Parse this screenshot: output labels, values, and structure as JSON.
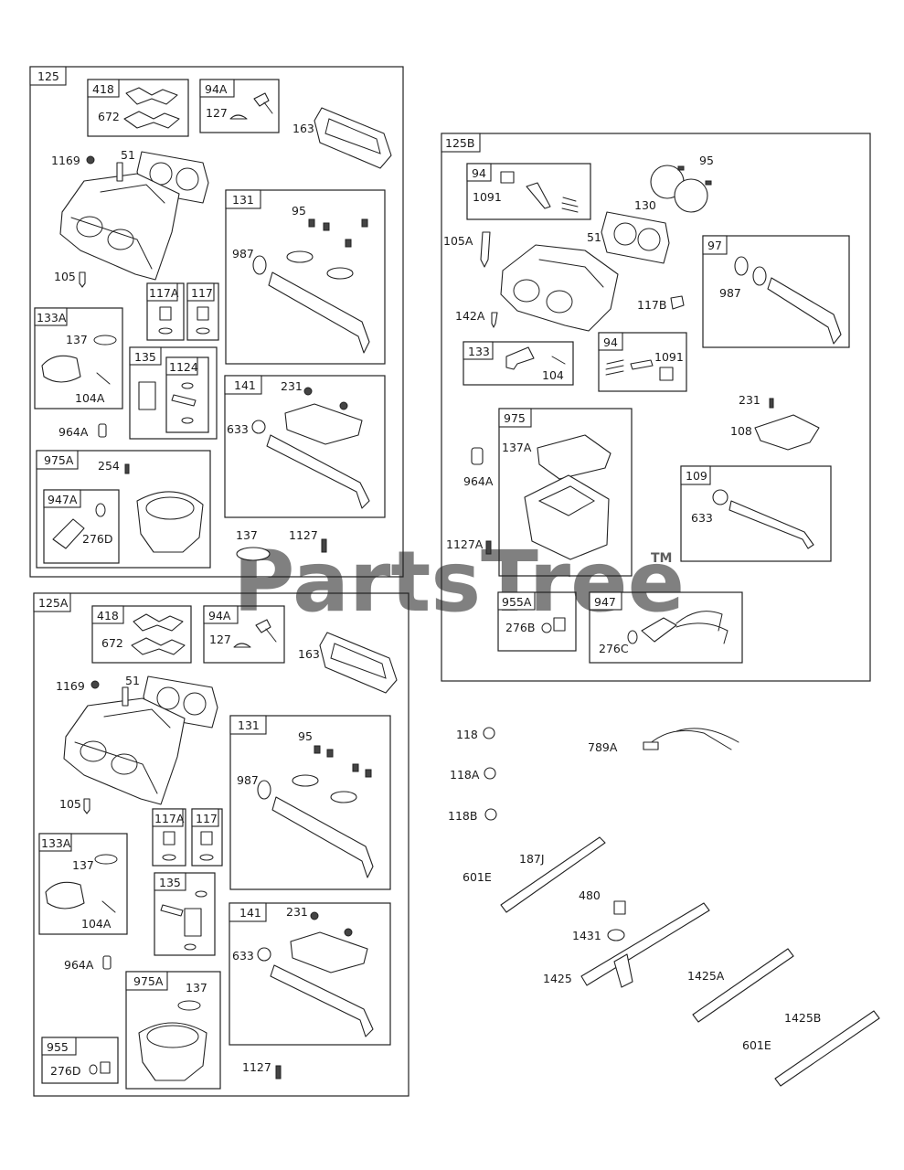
{
  "watermark": {
    "text": "PartsTree",
    "tm": "TM"
  },
  "groups": {
    "g125": "125",
    "g418": "418",
    "g94A": "94A",
    "g131": "131",
    "g117A": "117A",
    "g117": "117",
    "g133A": "133A",
    "g135": "135",
    "g1124": "1124",
    "g141": "141",
    "g975A": "975A",
    "g947A": "947A",
    "g125A": "125A",
    "g418b": "418",
    "g94Ab": "94A",
    "g131b": "131",
    "g117Ab": "117A",
    "g117b": "117",
    "g133Ab": "133A",
    "g135b": "135",
    "g141b": "141",
    "g975Ab": "975A",
    "g955": "955",
    "g125B": "125B",
    "g94": "94",
    "g97": "97",
    "g133": "133",
    "g94b": "94",
    "g975": "975",
    "g109": "109",
    "g955A": "955A",
    "g947": "947"
  },
  "labels": {
    "a672": "672",
    "a127": "127",
    "a163": "163",
    "a1169": "1169",
    "a51": "51",
    "a95": "95",
    "a987": "987",
    "a105": "105",
    "a137": "137",
    "a104A": "104A",
    "a964A": "964A",
    "a231": "231",
    "a633": "633",
    "a254": "254",
    "a276D": "276D",
    "a137b": "137",
    "a1127": "1127",
    "b672": "672",
    "b127": "127",
    "b163": "163",
    "b1169": "1169",
    "b51": "51",
    "b95": "95",
    "b987": "987",
    "b105": "105",
    "b137": "137",
    "b104A": "104A",
    "b964A": "964A",
    "b137c": "137",
    "b231": "231",
    "b633": "633",
    "b276D": "276D",
    "b1127": "1127",
    "c1091": "1091",
    "c130": "130",
    "c95": "95",
    "c105A": "105A",
    "c51": "51",
    "c987": "987",
    "c117B": "117B",
    "c142A": "142A",
    "c104": "104",
    "c1091b": "1091",
    "c231": "231",
    "c108": "108",
    "c137A": "137A",
    "c964A": "964A",
    "c633": "633",
    "c1127A": "1127A",
    "c276B": "276B",
    "c276C": "276C",
    "d118": "118",
    "d789A": "789A",
    "d118A": "118A",
    "d118B": "118B",
    "d187J": "187J",
    "d601E": "601E",
    "d480": "480",
    "d1431": "1431",
    "d1425": "1425",
    "d1425A": "1425A",
    "d1425B": "1425B",
    "d601Eb": "601E"
  }
}
